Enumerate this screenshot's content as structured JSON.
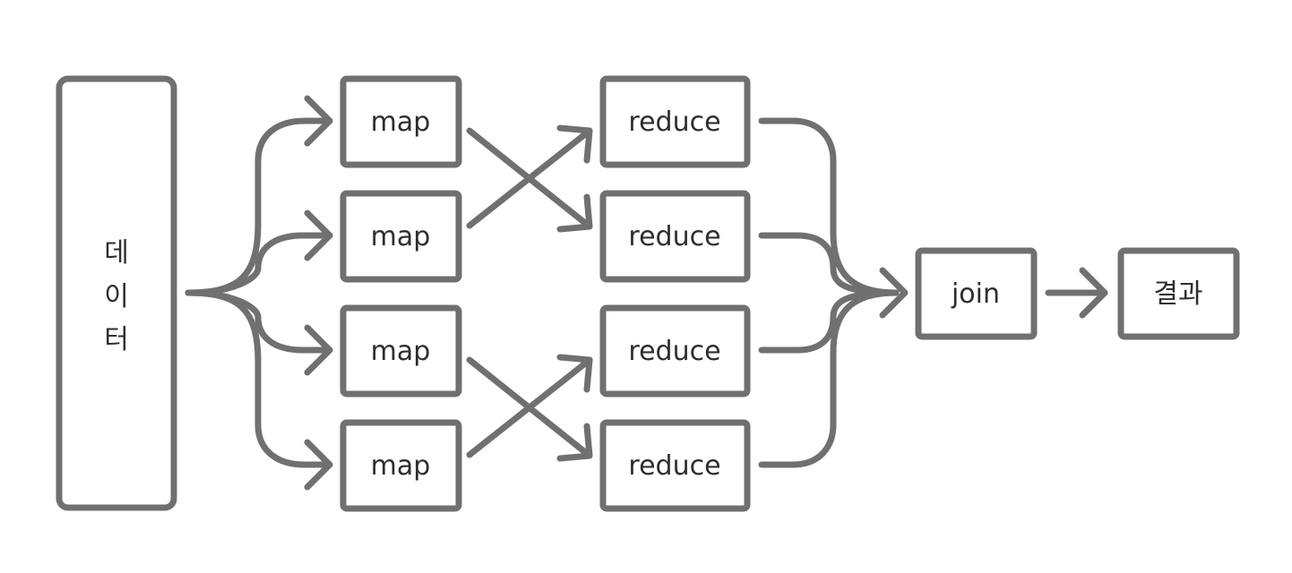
{
  "nodes": {
    "data": {
      "chars": [
        "데",
        "이",
        "터"
      ]
    },
    "map": [
      "map",
      "map",
      "map",
      "map"
    ],
    "reduce": [
      "reduce",
      "reduce",
      "reduce",
      "reduce"
    ],
    "join": "join",
    "result": "결과"
  },
  "colors": {
    "stroke": "#707070",
    "text": "#2e2e2e",
    "background": "#ffffff"
  }
}
